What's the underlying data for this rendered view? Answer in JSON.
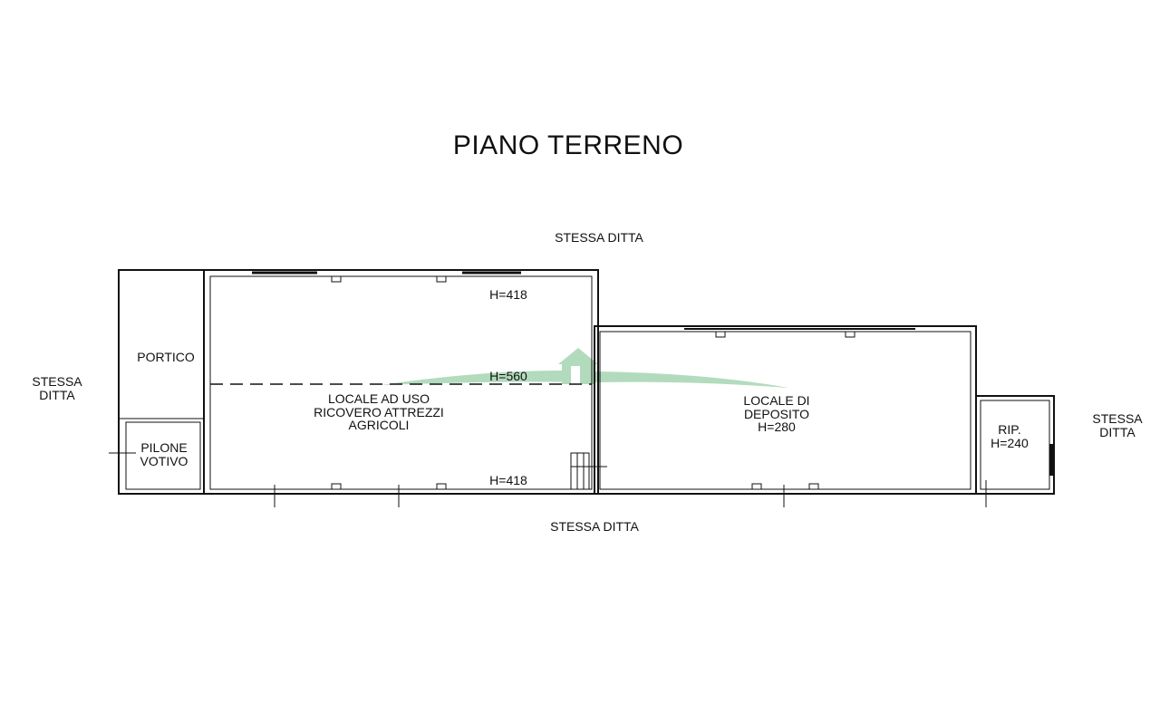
{
  "title": "PIANO TERRENO",
  "neighbors": {
    "top": "STESSA DITTA",
    "bottom": "STESSA DITTA",
    "left": [
      "STESSA",
      "DITTA"
    ],
    "right": [
      "STESSA",
      "DITTA"
    ]
  },
  "rooms": {
    "portico": "PORTICO",
    "pilone": [
      "PILONE",
      "VOTIVO"
    ],
    "ricovero": {
      "name": [
        "LOCALE AD USO",
        "RICOVERO ATTREZZI",
        "AGRICOLI"
      ],
      "h_top": "H=418",
      "h_mid": "H=560",
      "h_bottom": "H=418"
    },
    "deposito": [
      "LOCALE DI",
      "DEPOSITO",
      "H=280"
    ],
    "ripostiglio": [
      "RIP.",
      "H=240"
    ]
  },
  "colors": {
    "line": "#111111",
    "watermark": "#9fd3ad"
  }
}
